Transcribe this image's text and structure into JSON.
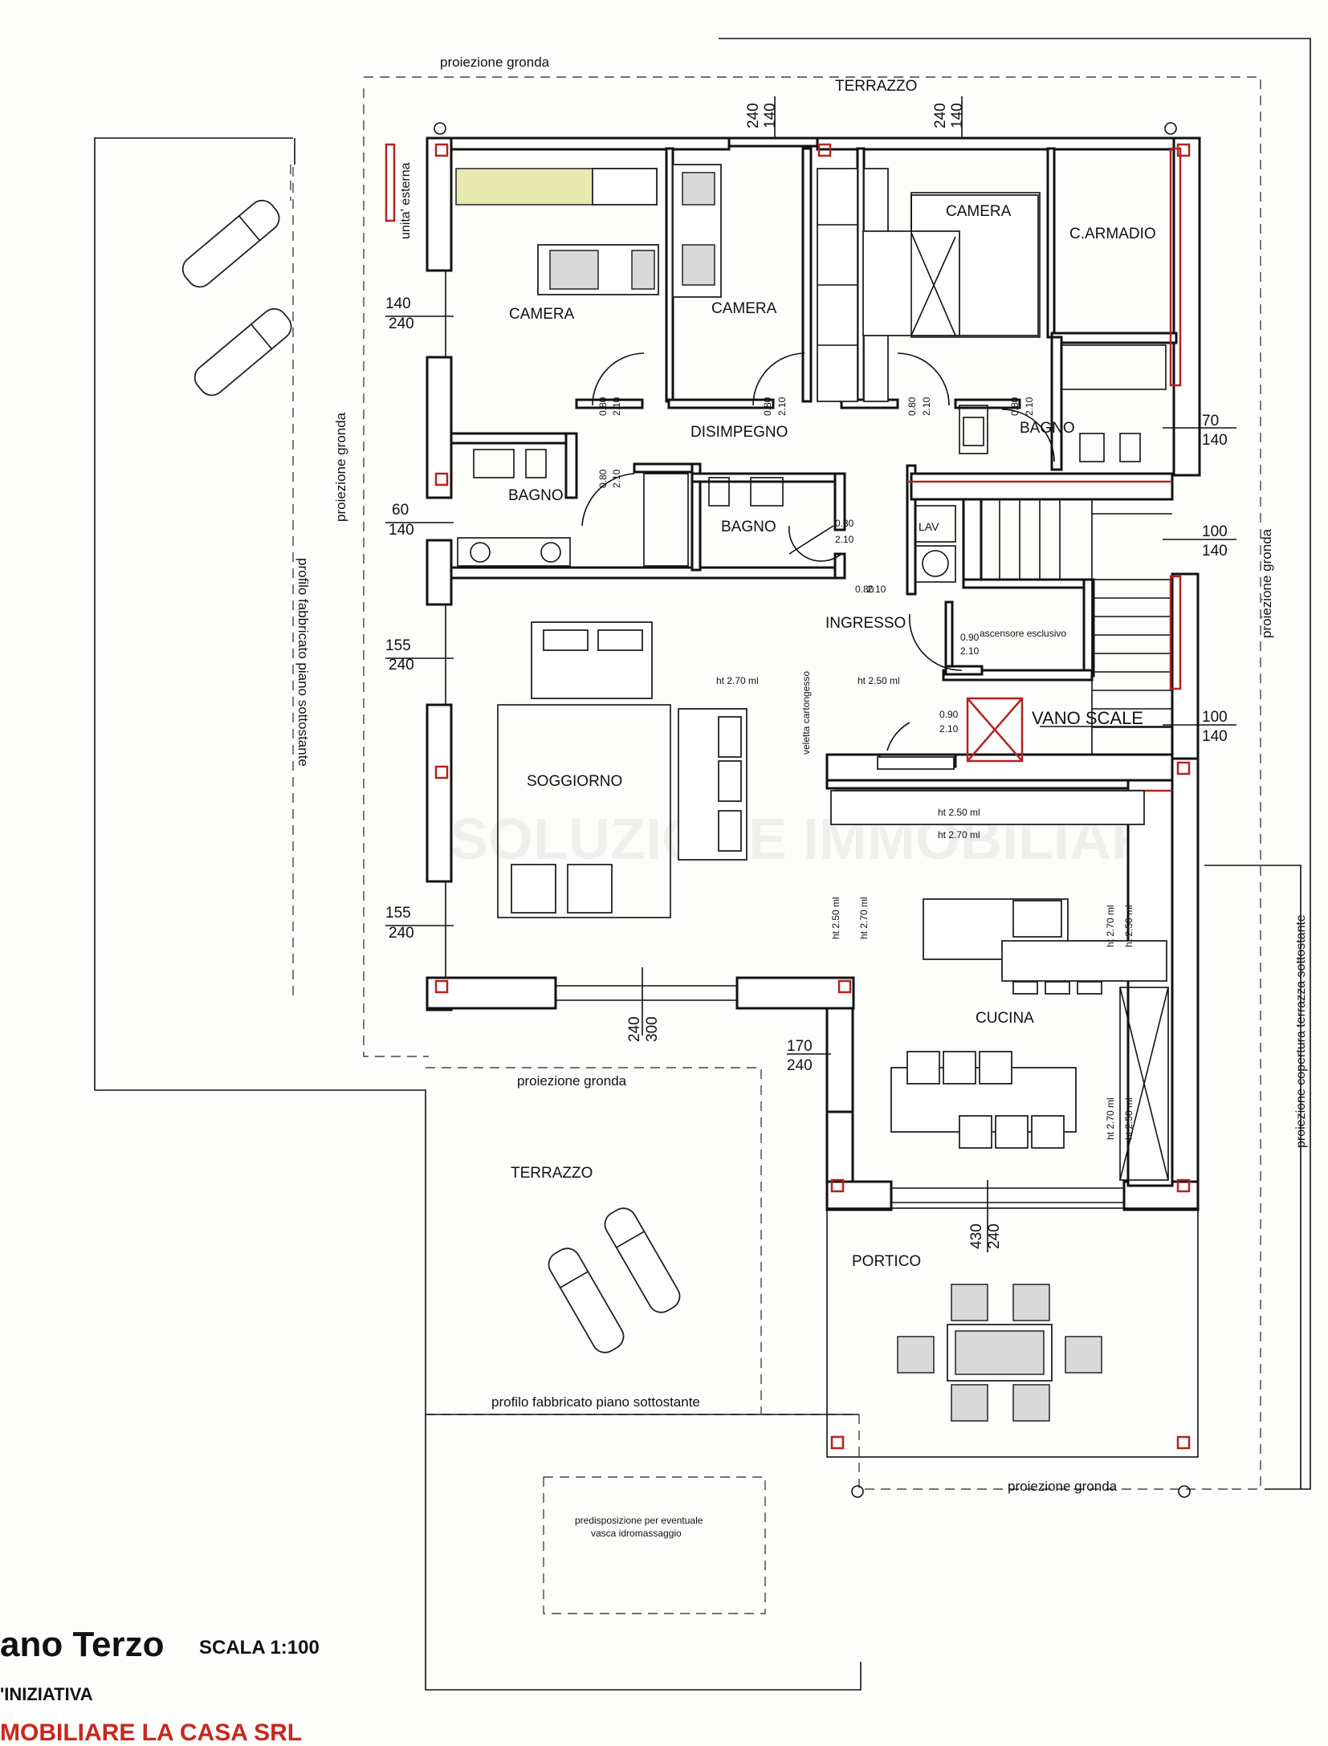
{
  "plan": {
    "title": "ano Terzo",
    "scale": "SCALA 1:100",
    "footer_initiative": "'INIZIATIVA",
    "footer_company": "MOBILIARE LA CASA SRL",
    "watermark": "SOLUZIONE IMMOBILIARE"
  },
  "rooms": {
    "terrazzo_top": "TERRAZZO",
    "camera_1": "CAMERA",
    "camera_2": "CAMERA",
    "camera_3": "CAMERA",
    "c_armadio": "C.ARMADIO",
    "disimpegno": "DISIMPEGNO",
    "bagno_1": "BAGNO",
    "bagno_2": "BAGNO",
    "bagno_3": "BAGNO",
    "ingresso": "INGRESSO",
    "vano_scale": "VANO SCALE",
    "soggiorno": "SOGGIORNO",
    "cucina": "CUCINA",
    "terrazzo_bottom": "TERRAZZO",
    "portico": "PORTICO",
    "lav": "LAV"
  },
  "notes": {
    "proiezione_gronda": "proiezione gronda",
    "profilo_fabbricato": "profilo fabbricato piano sottostante",
    "unita_esterna": "unita' esterna",
    "ascensore": "ascensore esclusivo",
    "veletta": "veletta cartongesso",
    "proiezione_copertura": "proiezione copertura terrazza sottostante",
    "vasca_1": "predisposizione per eventuale",
    "vasca_2": "vasca idromassaggio",
    "ht_270": "ht 2.70 ml",
    "ht_250": "ht 2.50 ml"
  },
  "dimensions": {
    "d140": "140",
    "d240": "240",
    "d60": "60",
    "d155": "155",
    "d70": "70",
    "d100": "100",
    "d300": "300",
    "d170": "170",
    "d430": "430",
    "door_080": "0.80",
    "door_090": "0.90",
    "door_210": "2.10"
  }
}
